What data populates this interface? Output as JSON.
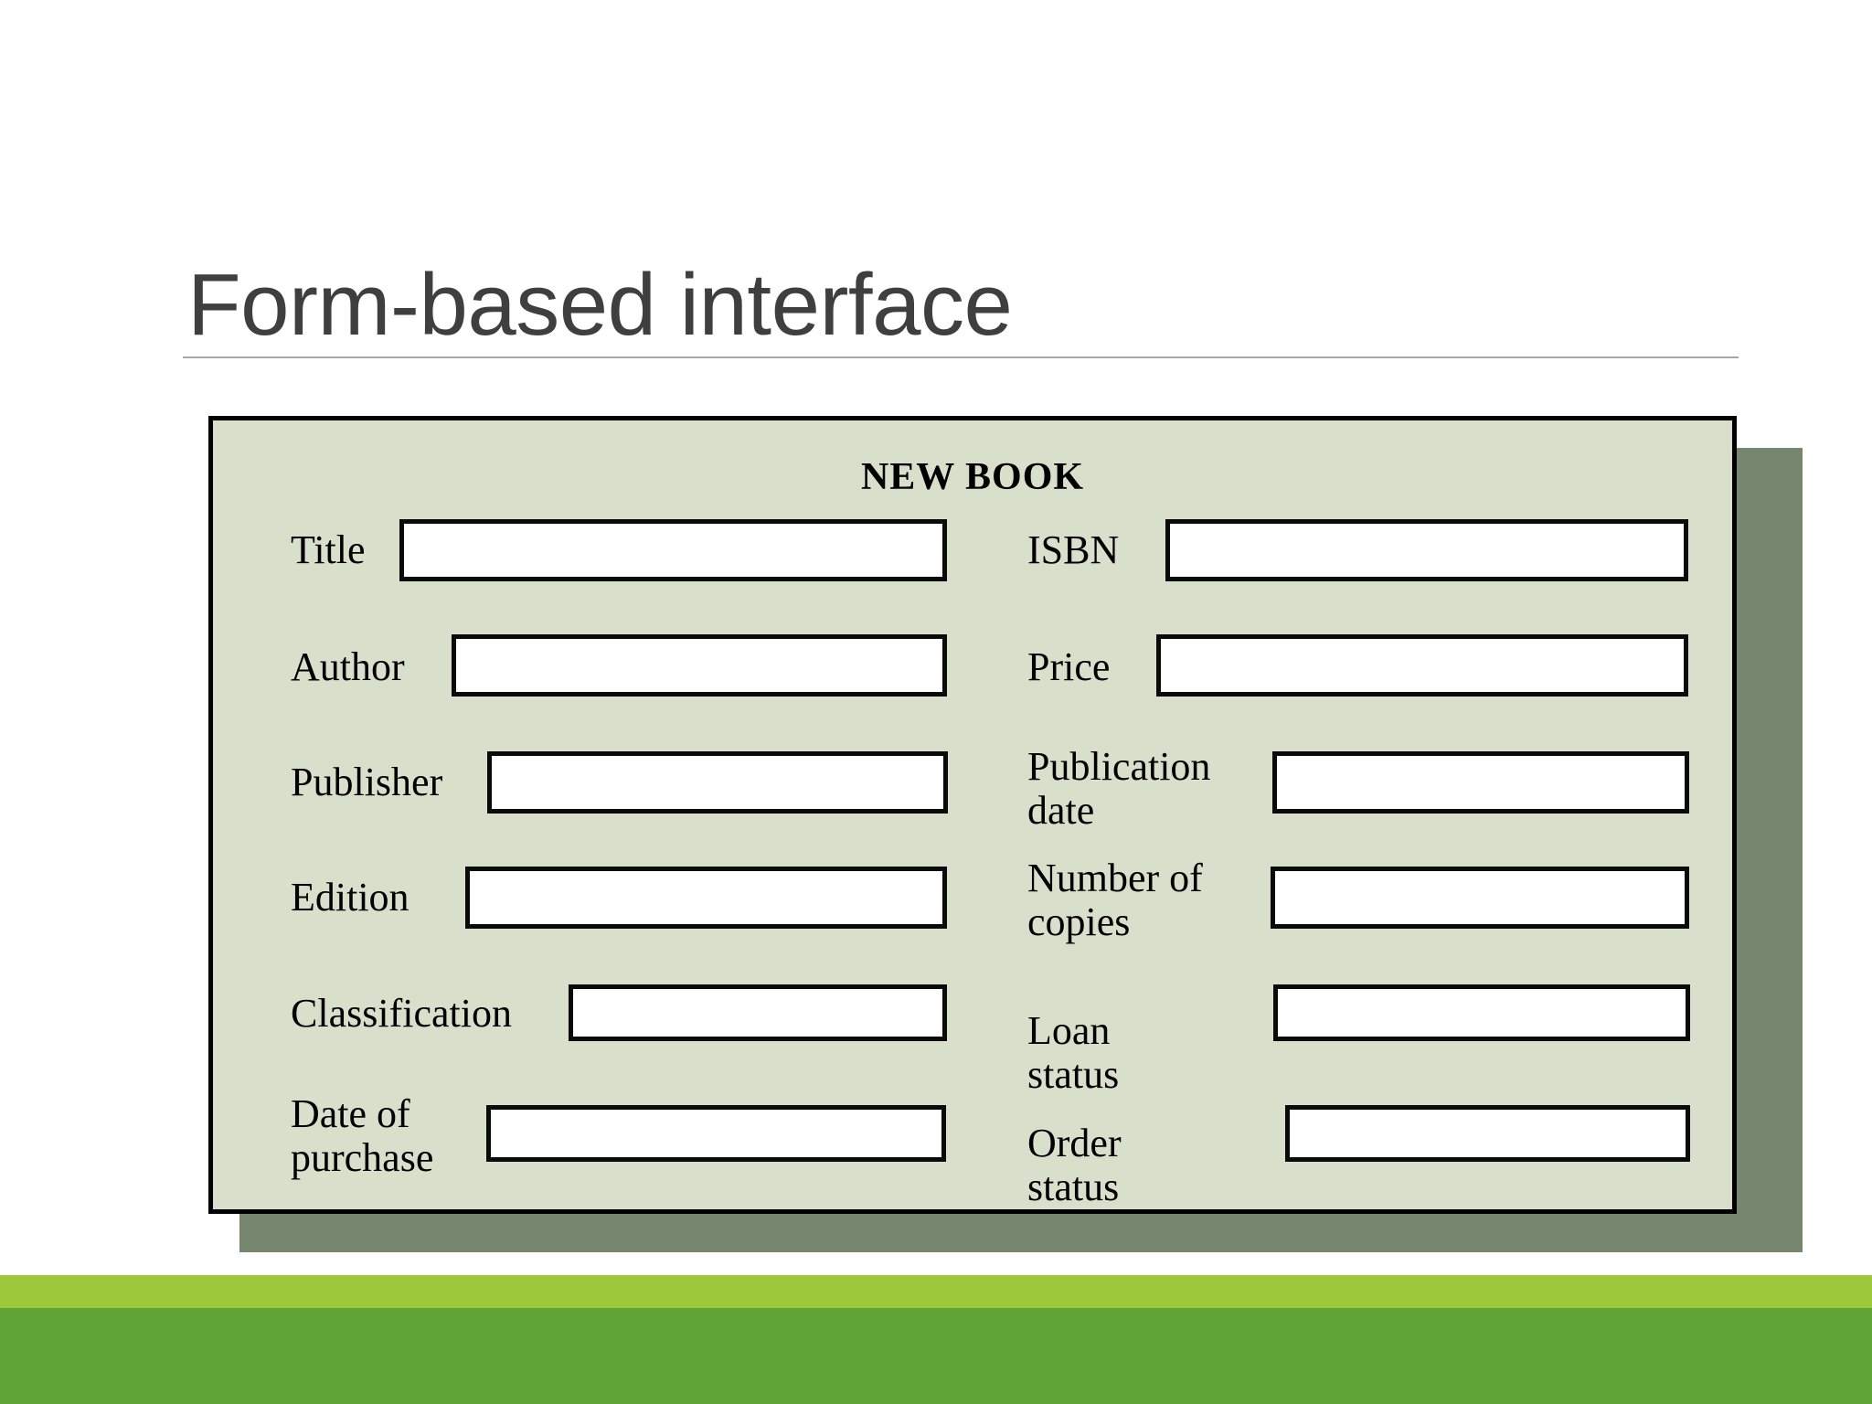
{
  "slide": {
    "title": "Form-based interface"
  },
  "form": {
    "heading": "NEW BOOK",
    "panel_color": "#D8E0CC",
    "panel_border_color": "#000000",
    "shadow_color": "#76866F",
    "input_fill": "#FFFFFF",
    "fields": [
      {
        "label": "Title",
        "value": "",
        "placeholder": "",
        "column": "left",
        "row": 1
      },
      {
        "label": "ISBN",
        "value": "",
        "placeholder": "",
        "column": "right",
        "row": 1
      },
      {
        "label": "Author",
        "value": "",
        "placeholder": "",
        "column": "left",
        "row": 2
      },
      {
        "label": "Price",
        "value": "",
        "placeholder": "",
        "column": "right",
        "row": 2
      },
      {
        "label": "Publisher",
        "value": "",
        "placeholder": "",
        "column": "left",
        "row": 3
      },
      {
        "label": "Publication\ndate",
        "value": "",
        "placeholder": "",
        "column": "right",
        "row": 3
      },
      {
        "label": "Edition",
        "value": "",
        "placeholder": "",
        "column": "left",
        "row": 4
      },
      {
        "label": "Number of\ncopies",
        "value": "",
        "placeholder": "",
        "column": "right",
        "row": 4
      },
      {
        "label": "Classification",
        "value": "",
        "placeholder": "",
        "column": "left",
        "row": 5
      },
      {
        "label": "Loan\nstatus",
        "value": "",
        "placeholder": "",
        "column": "right",
        "row": 5
      },
      {
        "label": "Date of\npurchase",
        "value": "",
        "placeholder": "",
        "column": "left",
        "row": 6
      },
      {
        "label": "Order\nstatus",
        "value": "",
        "placeholder": "",
        "column": "right",
        "row": 6
      }
    ]
  },
  "footer": {
    "bar_light_color": "#9DC83C",
    "bar_dark_color": "#5FA436"
  },
  "theme": {
    "title_color": "#3F3F3F",
    "rule_color": "#A6A6A6",
    "background": "#FFFFFF"
  }
}
